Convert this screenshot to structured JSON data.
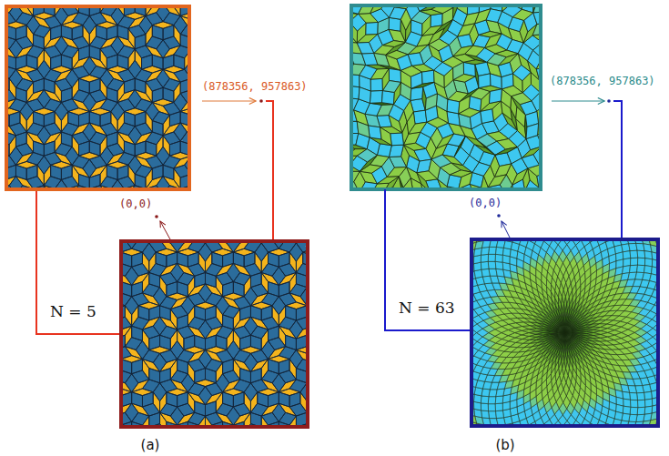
{
  "diagram": {
    "labels": [
      "(878356, 957863)",
      "(0,0)",
      "N = 5",
      "(a)",
      "(878356, 957863)",
      "(0,0)",
      "N = 63",
      "(b)"
    ]
  }
}
